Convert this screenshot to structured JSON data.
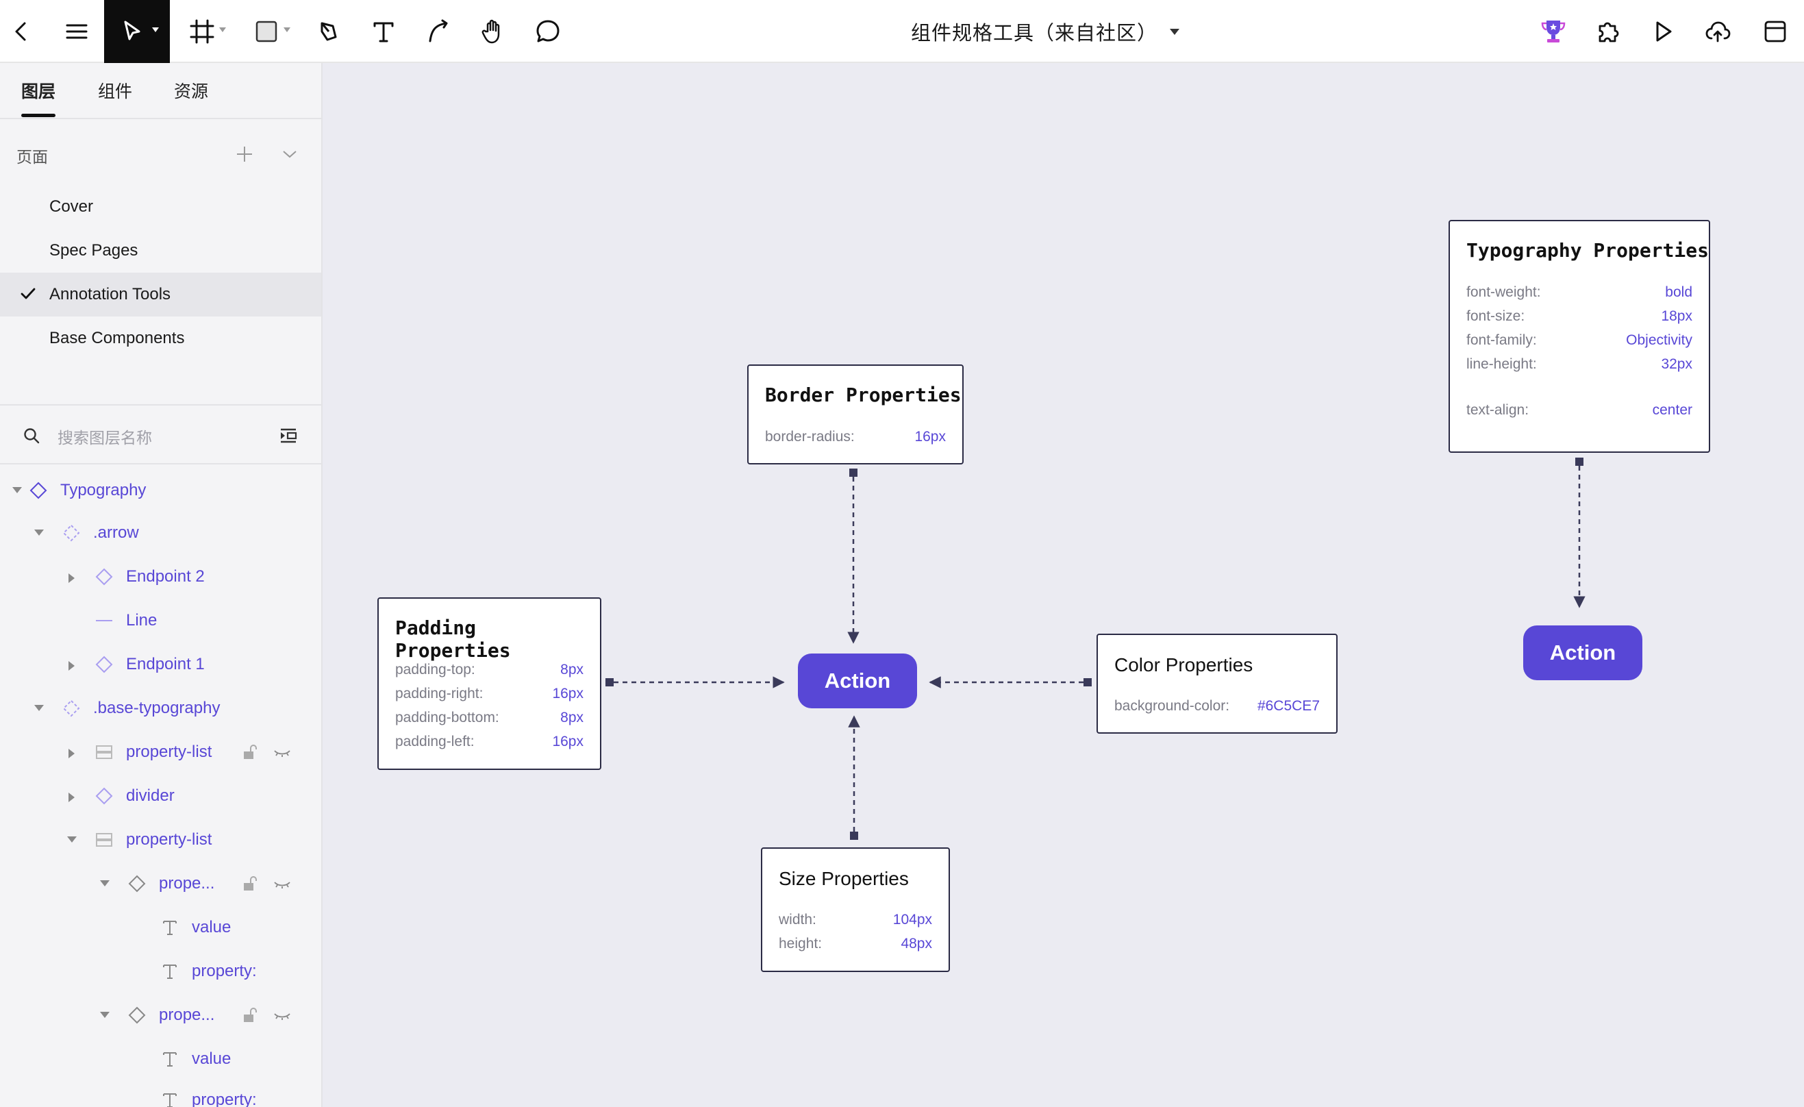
{
  "toolbar": {
    "title": "组件规格工具（来自社区）",
    "tools": [
      "back-icon",
      "menu-icon",
      "move-tool-icon",
      "frame-tool-icon",
      "rectangle-tool-icon",
      "pen-tool-icon",
      "text-tool-icon",
      "connector-tool-icon",
      "hand-tool-icon",
      "comment-icon"
    ],
    "right_tools": [
      "trophy-icon",
      "plugin-icon",
      "play-icon",
      "upload-cloud-icon",
      "layout-panel-icon"
    ]
  },
  "sidebar": {
    "tabs": [
      {
        "label": "图层"
      },
      {
        "label": "组件"
      },
      {
        "label": "资源"
      }
    ],
    "pages_header": "页面",
    "pages": [
      {
        "label": "Cover"
      },
      {
        "label": "Spec Pages"
      },
      {
        "label": "Annotation Tools",
        "selected": true
      },
      {
        "label": "Base Components"
      }
    ],
    "search_placeholder": "搜索图层名称",
    "layers": [
      {
        "label": "Typography"
      },
      {
        "label": ".arrow"
      },
      {
        "label": "Endpoint 2"
      },
      {
        "label": "Line"
      },
      {
        "label": "Endpoint 1"
      },
      {
        "label": ".base-typography"
      },
      {
        "label": "property-list"
      },
      {
        "label": "divider"
      },
      {
        "label": "property-list"
      },
      {
        "label": "prope..."
      },
      {
        "label": "value"
      },
      {
        "label": "property:"
      },
      {
        "label": "prope..."
      },
      {
        "label": "value"
      },
      {
        "label": "property:"
      }
    ]
  },
  "canvas": {
    "colors": {
      "accent": "#5847d6",
      "card_border": "#2b2b45",
      "canvas_bg": "#ebebf2"
    },
    "border_card": {
      "title": "Border Properties",
      "props": [
        {
          "k": "border-radius:",
          "v": "16px"
        }
      ]
    },
    "padding_card": {
      "title": "Padding Properties",
      "props": [
        {
          "k": "padding-top:",
          "v": "8px"
        },
        {
          "k": "padding-right:",
          "v": "16px"
        },
        {
          "k": "padding-bottom:",
          "v": "8px"
        },
        {
          "k": "padding-left:",
          "v": "16px"
        }
      ]
    },
    "color_card": {
      "title": "Color Properties",
      "props": [
        {
          "k": "background-color:",
          "v": "#6C5CE7"
        }
      ]
    },
    "size_card": {
      "title": "Size Properties",
      "props": [
        {
          "k": "width:",
          "v": "104px"
        },
        {
          "k": "height:",
          "v": "48px"
        }
      ]
    },
    "typography_card": {
      "title": "Typography Properties",
      "props": [
        {
          "k": "font-weight:",
          "v": "bold"
        },
        {
          "k": "font-size:",
          "v": "18px"
        },
        {
          "k": "font-family:",
          "v": "Objectivity"
        },
        {
          "k": "line-height:",
          "v": "32px"
        },
        {
          "k": "text-align:",
          "v": "center"
        }
      ]
    },
    "action_label": "Action",
    "action_label_2": "Action"
  }
}
